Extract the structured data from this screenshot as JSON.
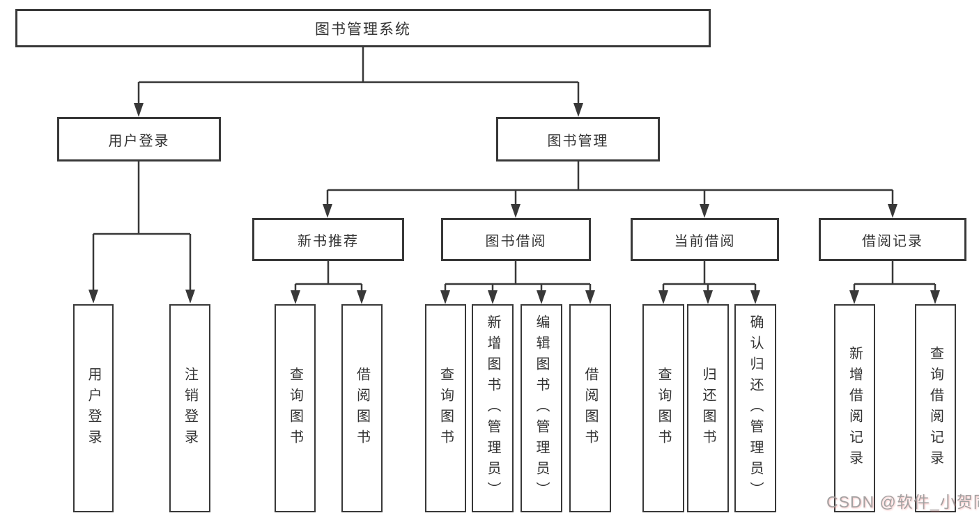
{
  "tree": {
    "label": "图书管理系统",
    "children": [
      {
        "label": "用户登录",
        "children": [
          {
            "label": "用户登录"
          },
          {
            "label": "注销登录"
          }
        ]
      },
      {
        "label": "图书管理",
        "children": [
          {
            "label": "新书推荐",
            "children": [
              {
                "label": "查询图书"
              },
              {
                "label": "借阅图书"
              }
            ]
          },
          {
            "label": "图书借阅",
            "children": [
              {
                "label": "查询图书"
              },
              {
                "label": "新增图书（管理员）"
              },
              {
                "label": "编辑图书（管理员）"
              },
              {
                "label": "借阅图书"
              }
            ]
          },
          {
            "label": "当前借阅",
            "children": [
              {
                "label": "查询图书"
              },
              {
                "label": "归还图书"
              },
              {
                "label": "确认归还（管理员）"
              }
            ]
          },
          {
            "label": "借阅记录",
            "children": [
              {
                "label": "新增借阅记录"
              },
              {
                "label": "查询借阅记录"
              }
            ]
          }
        ]
      }
    ]
  },
  "watermark": {
    "text": "CSDN @软件_小贺同学"
  },
  "colors": {
    "line": "#383838",
    "text": "#333333",
    "box_background": "#ffffff",
    "page_background": "#ffffff",
    "watermark": "#9b9b9b"
  }
}
